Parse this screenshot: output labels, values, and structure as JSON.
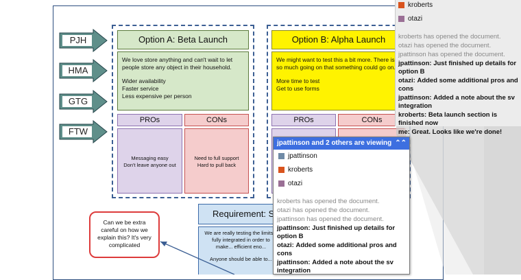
{
  "arrows": [
    "PJH",
    "HMA",
    "GTG",
    "FTW"
  ],
  "option_a": {
    "title": "Option A: Beta Launch",
    "intro": "We love store anything and can't wait to let people store any object in their household.",
    "points": [
      "Wider availability",
      "Faster service",
      "Less expensive per person"
    ],
    "pros_label": "PROs",
    "cons_label": "CONs",
    "pros_text": [
      "Messaging easy",
      "Don't leave anyone out"
    ],
    "cons_text": [
      "Need to full support",
      "Hard to pull back"
    ]
  },
  "option_b": {
    "title": "Option B: Alpha Launch",
    "intro": "We might want to test this a bit more.  There is so much going on that something could go on.",
    "points": [
      "More time to test",
      "Get to use forms"
    ],
    "pros_label": "PROs",
    "cons_label": "CONs"
  },
  "note": {
    "text": "Can we be extra careful on how we explain this?  It's very complicated"
  },
  "requirement": {
    "title": "Requirement: SV",
    "body": "We are really testing the limits... fully integrated in order to make... efficient eno...",
    "footer": "Anyone should be able to..."
  },
  "viewing_panel": {
    "header": "jpattinson and 2 others are viewing",
    "collapse_icon": "double-chevron-up-icon",
    "viewers": [
      {
        "name": "jpattinson",
        "color": "#6f8aa6"
      },
      {
        "name": "kroberts",
        "color": "#d9541e"
      },
      {
        "name": "otazi",
        "color": "#9a6f95"
      }
    ],
    "log": [
      {
        "user": "",
        "text": "kroberts has opened the document."
      },
      {
        "user": "",
        "text": "otazi has opened the document."
      },
      {
        "user": "",
        "text": "jpattinson has opened the document."
      },
      {
        "user": "jpattinson:",
        "text": "Just finished up details for option B"
      },
      {
        "user": "otazi:",
        "text": "Added some additional pros and cons"
      },
      {
        "user": "jpattinson:",
        "text": "Added a note about the sv integration"
      }
    ]
  },
  "zoom_panel": {
    "viewers": [
      {
        "name": "kroberts",
        "color": "#d9541e"
      },
      {
        "name": "otazi",
        "color": "#9a6f95"
      }
    ],
    "log": [
      {
        "user": "",
        "text": "kroberts has opened the document."
      },
      {
        "user": "",
        "text": "otazi has opened the document."
      },
      {
        "user": "",
        "text": "jpattinson has opened the document."
      },
      {
        "user": "jpattinson:",
        "text": "Just finished up details for option B"
      },
      {
        "user": "otazi:",
        "text": "Added some additional pros and cons"
      },
      {
        "user": "jpattinson:",
        "text": "Added a note about the sv integration"
      },
      {
        "user": "kroberts:",
        "text": "Beta launch section is finished now"
      },
      {
        "user": "me:",
        "text": "Great. Looks like we're done!"
      }
    ]
  },
  "colors": {
    "doc_border": "#2b4d7e",
    "arrow_fill": "#5f8f8a",
    "option_a_fill": "#d6e8c9",
    "option_b_fill": "#fff300",
    "pros_fill": "#ded3ea",
    "cons_fill": "#f5cccc",
    "note_border": "#dd3b3b",
    "requirement_fill": "#cfe2f3",
    "panel_header": "#3d6fe0"
  }
}
